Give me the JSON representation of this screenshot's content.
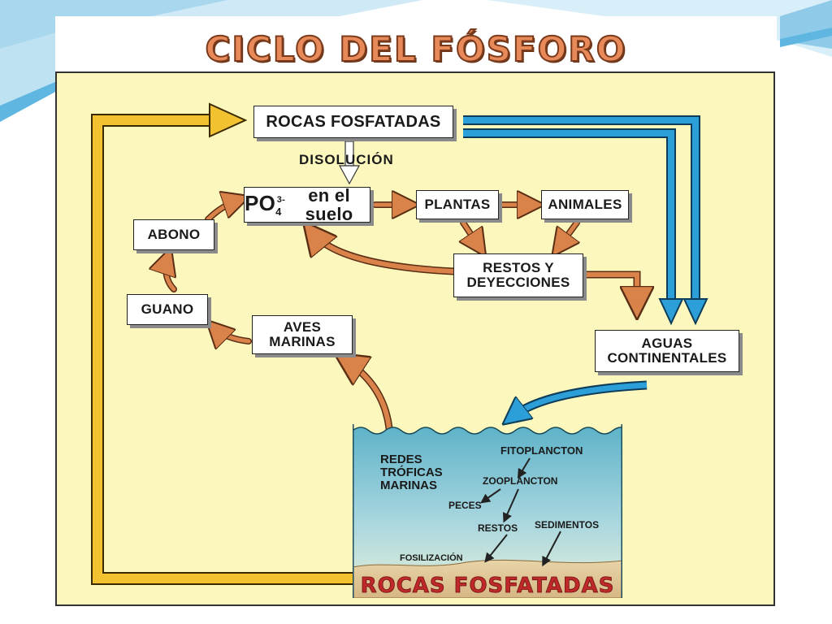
{
  "title": "CICLO DEL FÓSFORO",
  "nodes": {
    "rocas_top": "ROCAS FOSFATADAS",
    "disolucion": "DISOLUCIÓN",
    "po4_formula": "PO",
    "po4_sub": "4",
    "po4_sup": "3-",
    "po4_rest": "en el suelo",
    "plantas": "PLANTAS",
    "animales": "ANIMALES",
    "abono": "ABONO",
    "restos_deyecciones": "RESTOS Y DEYECCIONES",
    "guano": "GUANO",
    "aves_marinas": "AVES MARINAS",
    "aguas_continentales": "AGUAS CONTINENTALES"
  },
  "ocean": {
    "redes_troficas": "REDES TRÓFICAS MARINAS",
    "fitoplancton": "FITOPLANCTON",
    "zooplancton": "ZOOPLANCTON",
    "peces": "PECES",
    "restos": "RESTOS",
    "sedimentos": "SEDIMENTOS",
    "fosilizacion": "FOSILIZACIÓN",
    "rocas_bottom": "ROCAS FOSFATADAS"
  },
  "colors": {
    "panel_bg": "#fcf7bd",
    "yellow_arrow": "#f2c230",
    "blue_arrow": "#2c9fd8",
    "orange_arrow": "#d9834a",
    "title_fill": "#e8895a"
  }
}
